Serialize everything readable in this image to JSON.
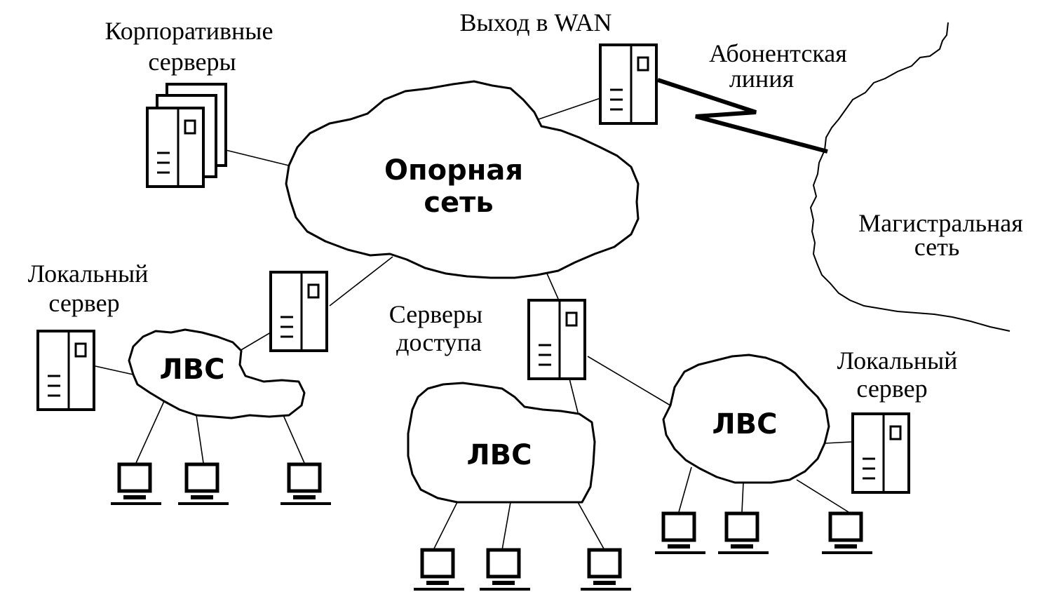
{
  "labels": {
    "corporate_servers": [
      "Корпоративные",
      "серверы"
    ],
    "wan_exit": "Выход в WAN",
    "subscriber_line": [
      "Абонентская",
      "линия"
    ],
    "backbone_network": [
      "Опорная",
      "сеть"
    ],
    "trunk_network": [
      "Магистральная",
      "сеть"
    ],
    "local_server_left": [
      "Локальный",
      "сервер"
    ],
    "access_servers": [
      "Серверы",
      "доступа"
    ],
    "local_server_right": [
      "Локальный",
      "сервер"
    ],
    "lan_left": "ЛВС",
    "lan_center": "ЛВС",
    "lan_right": "ЛВС"
  }
}
